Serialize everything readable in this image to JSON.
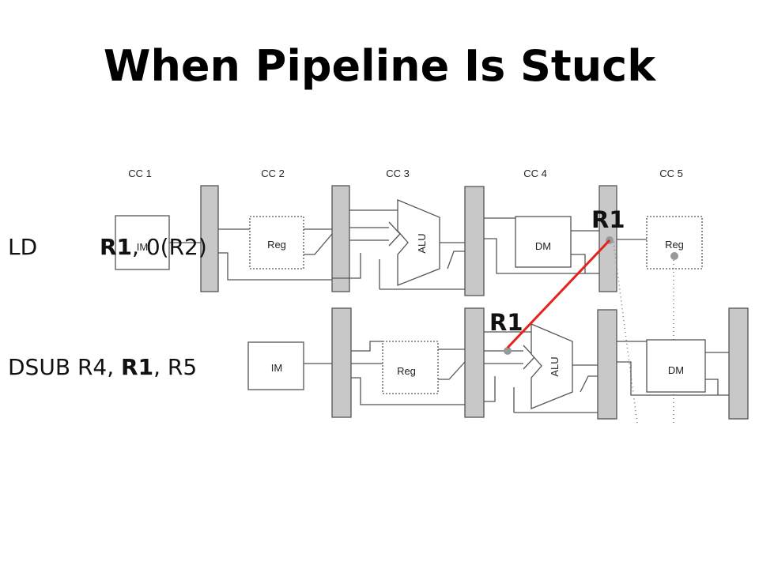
{
  "title": "When Pipeline Is Stuck",
  "clock_cycles": [
    "CC 1",
    "CC 2",
    "CC 3",
    "CC 4",
    "CC 5"
  ],
  "instruction_1": {
    "op": "LD",
    "dest": "R1",
    "rest": ", 0(R2)",
    "stages": {
      "im": "IM",
      "reg": "Reg",
      "alu": "ALU",
      "dm": "DM",
      "reg_wb": "Reg"
    }
  },
  "instruction_2": {
    "op": "DSUB R4, ",
    "src": "R1",
    "rest": ", R5",
    "stages": {
      "im": "IM",
      "reg": "Reg",
      "alu": "ALU",
      "dm": "DM"
    }
  },
  "forward_labels": {
    "from": "R1",
    "to": "R1"
  },
  "colors": {
    "forward_line": "#e8211c",
    "latch_fill": "#c8c8c8",
    "dot": "#999999"
  }
}
